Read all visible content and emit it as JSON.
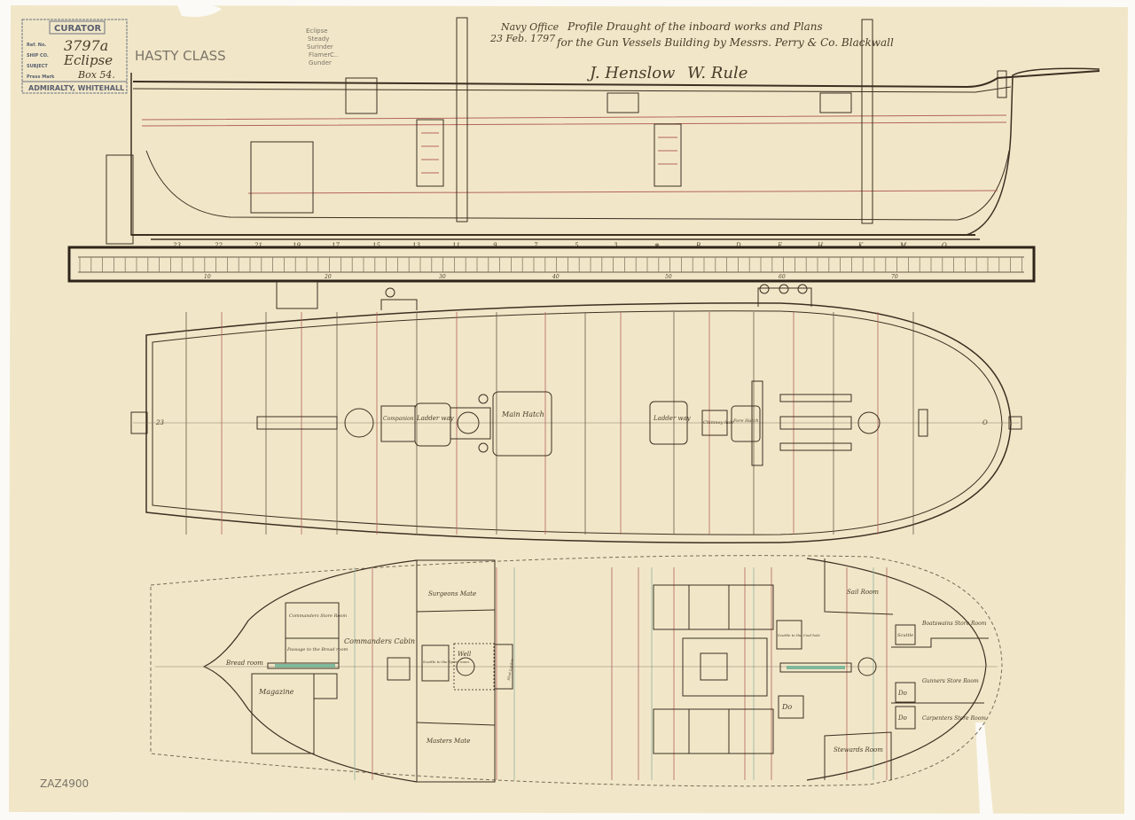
{
  "stamp": {
    "header": "CURATOR",
    "field_labels": [
      "Ref. No.",
      "SHIP CO.",
      "SUBJECT",
      "Press Mark"
    ],
    "reference": "3797a",
    "ship": "Eclipse",
    "press_mark": "Box 54.",
    "footer": "ADMIRALTY, WHITEHALL"
  },
  "class_note": "HASTY CLASS",
  "pencil_list": [
    "Eclipse",
    "Steady",
    "Surinder",
    "Flamer",
    "Gunder",
    "C.."
  ],
  "title": {
    "office": "Navy Office",
    "date": "23 Feb. 1797",
    "line1": "Profile Draught of the inboard works and Plans",
    "line2": "for the Gun Vessels Building by Messrs. Perry & Co. Blackwall",
    "signature1": "J. Henslow",
    "signature2": "W. Rule"
  },
  "profile": {
    "stations": [
      "23",
      "22",
      "21",
      "19",
      "17",
      "15",
      "13",
      "11",
      "9",
      "7",
      "5",
      "3",
      "⊗",
      "B",
      "D",
      "F",
      "H",
      "K",
      "M",
      "O"
    ]
  },
  "scale": {
    "labels": [
      "10",
      "20",
      "30",
      "40",
      "50",
      "60",
      "70"
    ]
  },
  "upper_deck": {
    "labels": {
      "companion": "Companion",
      "ladder_way_1": "Ladder way",
      "main_hatch": "Main Hatch",
      "ladder_way_2": "Ladder way",
      "chimney_hole": "Chimney hole",
      "fore_hatch": "Fore Hatch",
      "station_aft": "23",
      "station_fwd": "O"
    }
  },
  "lower_deck": {
    "labels": {
      "bread_room": "Bread room",
      "magazine": "Magazine",
      "commanders_store_room": "Commanders Store Room",
      "passage": "Passage to the Bread room",
      "commanders_cabin": "Commanders Cabin",
      "surgeons_mate": "Surgeons Mate",
      "masters_mate": "Masters Mate",
      "scuttle_spirit": "Scuttle to the Spirit room",
      "well": "Well",
      "shot_locker": "Shot Locker",
      "scuttle_coal": "Scuttle to the Coal hole",
      "sail_room": "Sail Room",
      "ditto1": "Do",
      "stewards_room": "Stewards Room",
      "scuttle": "Scuttle",
      "boatswains_store": "Boatswains Store Room",
      "gunners_store": "Gunners Store Room",
      "carpenters_store": "Carpenters Store Room",
      "ditto2": "Do",
      "ditto3": "Do"
    }
  },
  "archive_id": "ZAZ4900",
  "colors": {
    "paper": "#f1e7c8",
    "ink": "#3c2f22",
    "red_line": "#b5645c",
    "green_wash": "#7fb89b"
  }
}
